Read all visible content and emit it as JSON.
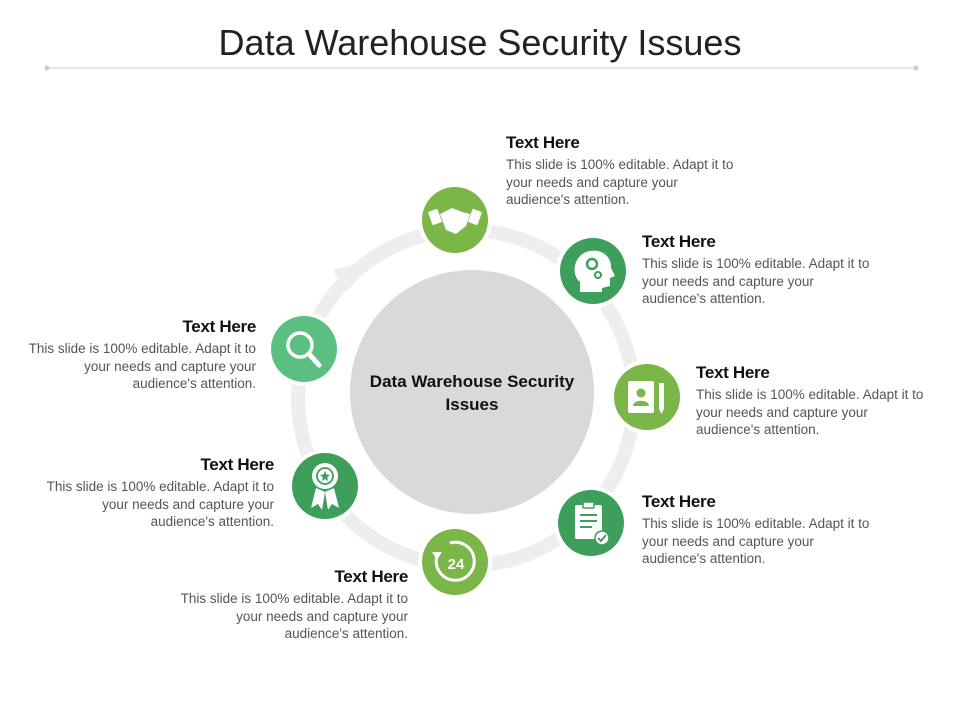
{
  "title": "Data Warehouse Security Issues",
  "center_text": "Data Warehouse Security Issues",
  "colors": {
    "light_green": "#7ab648",
    "mid_green": "#4caf6e",
    "dark_green": "#3e9e5c",
    "soft_green": "#5cbf82",
    "center_gray": "#d9d9d9",
    "ring_gray": "#eeeeee"
  },
  "items": [
    {
      "heading": "Text Here",
      "body": "This slide is 100% editable. Adapt it to your needs and capture your audience's attention.",
      "icon": "handshake-icon"
    },
    {
      "heading": "Text Here",
      "body": "This slide is 100% editable. Adapt it to your needs and capture your audience's attention.",
      "icon": "head-gears-icon"
    },
    {
      "heading": "Text Here",
      "body": "This slide is 100% editable. Adapt it to your needs and capture your audience's attention.",
      "icon": "contact-book-icon"
    },
    {
      "heading": "Text Here",
      "body": "This slide is 100% editable. Adapt it to your needs and capture your audience's attention.",
      "icon": "clipboard-check-icon"
    },
    {
      "heading": "Text Here",
      "body": "This slide is 100% editable. Adapt it to your needs and capture your audience's attention.",
      "icon": "24-hours-icon",
      "icon_label": "24"
    },
    {
      "heading": "Text Here",
      "body": "This slide is 100% editable. Adapt it to your needs and capture your audience's attention.",
      "icon": "award-ribbon-icon"
    },
    {
      "heading": "Text Here",
      "body": "This slide is 100% editable. Adapt it to your needs and capture your audience's attention.",
      "icon": "search-icon"
    }
  ]
}
